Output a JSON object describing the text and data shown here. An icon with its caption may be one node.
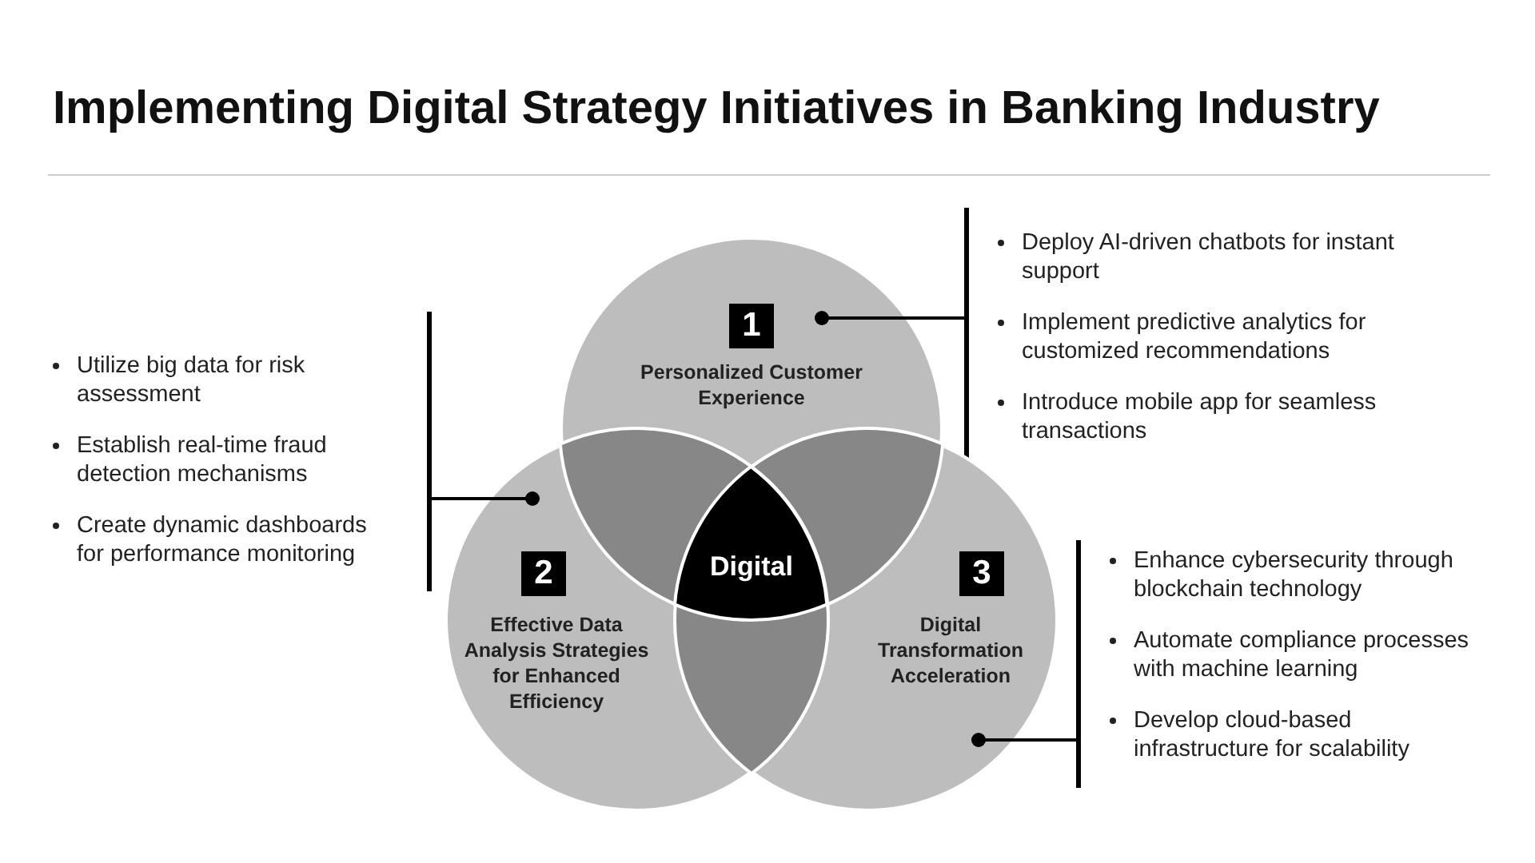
{
  "diagram": {
    "title": "Implementing Digital Strategy Initiatives in Banking Industry",
    "nodes": [
      {
        "text": [
          "1",
          "Personalized Customer Experience"
        ]
      },
      {
        "text": [
          "2",
          "Effective Data Analysis Strategies for Enhanced Efficiency"
        ]
      },
      {
        "text": [
          "3",
          "Digital Transformation Acceleration"
        ]
      },
      {
        "text": [
          "Digital"
        ]
      },
      {
        "text": [
          "Deploy AI-driven chatbots for instant support",
          "Implement predictive analytics for customized recommendations",
          "Introduce mobile app for seamless transactions"
        ]
      },
      {
        "text": [
          "Utilize big data for risk assessment",
          "Establish real-time fraud detection mechanisms",
          "Create dynamic dashboards for performance monitoring"
        ]
      },
      {
        "text": [
          "Enhance cybersecurity through blockchain technology",
          "Automate compliance processes with machine learning",
          "Develop cloud-based infrastructure for scalability"
        ]
      }
    ],
    "edges": [
      {
        "from": 0,
        "to": 4,
        "arrow": "other"
      },
      {
        "from": 1,
        "to": 5,
        "arrow": "other"
      },
      {
        "from": 2,
        "to": 6,
        "arrow": "other"
      }
    ]
  }
}
